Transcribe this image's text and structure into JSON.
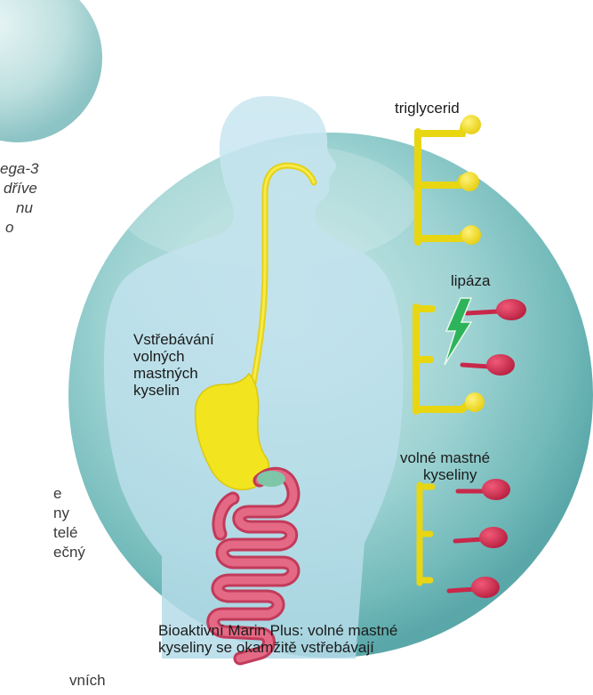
{
  "labels": {
    "triglycerid": "triglycerid",
    "lipaza": "lipáza",
    "absorption": [
      "Vstřebávání",
      "volných",
      "mastných",
      "kyselin"
    ],
    "free_fatty_acids": [
      "volné mastné",
      "kyseliny"
    ],
    "caption": [
      "Bioaktivní Marin Plus: volné mastné",
      "kyseliny se okamžitě vstřebávají"
    ]
  },
  "side_text": {
    "italic_fragments": [
      "ega-3",
      "dříve",
      "nu",
      "o"
    ],
    "plain_fragments": [
      "e",
      "ny",
      "telé",
      "ečný",
      "vních"
    ]
  },
  "colors": {
    "bubble": "#8fcfcf",
    "body": "#bfe2ee",
    "stomach": "#f2e41e",
    "intestine": "#d84a6a",
    "fatty_acid_head": "#d52a4d",
    "glycerol": "#f5e320",
    "lightning": "#28b35a"
  }
}
